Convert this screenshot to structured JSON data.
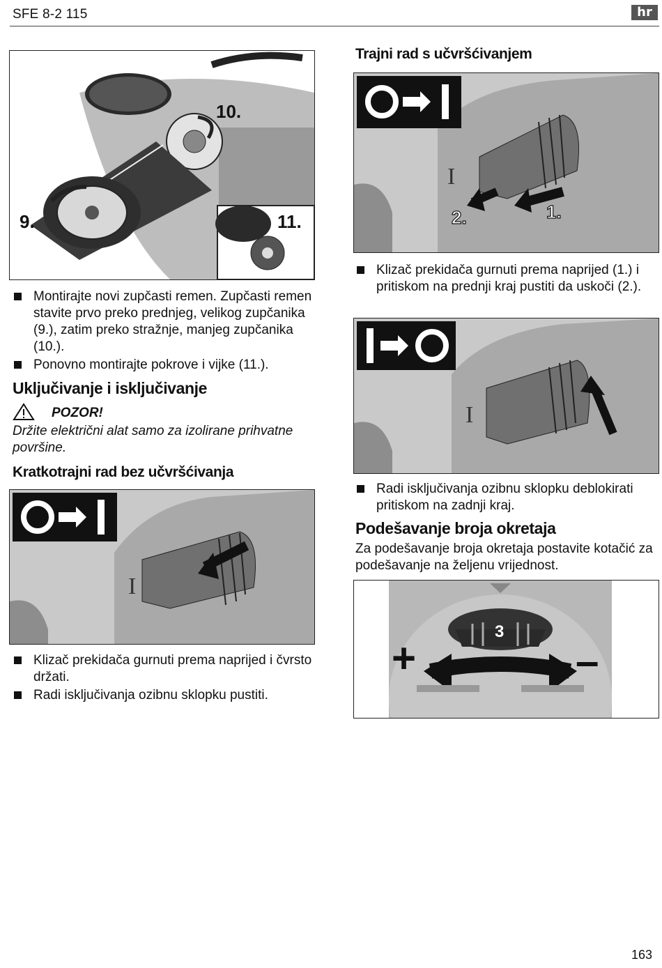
{
  "header": {
    "title": "SFE 8-2 115",
    "language_badge": "hr"
  },
  "page_number": "163",
  "left": {
    "bullets_belt": [
      "Montirajte novi zupčasti remen. Zupčasti remen stavite prvo preko prednjeg, velikog zupčanika (9.), zatim preko stražnje, manjeg zupčanika (10.).",
      "Ponovno montirajte pokrove i vijke (11.)."
    ],
    "section_title": "Uključivanje i isključivanje",
    "warning": {
      "icon": "warning-triangle-icon",
      "title": "POZOR!",
      "text": "Držite električni alat samo za izolirane prihvatne površine."
    },
    "subsection_title": "Kratkotrajni rad bez učvršćivanja",
    "bullets_short": [
      "Klizač prekidača gurnuti prema naprijed i čvrsto držati.",
      "Radi isključivanja ozibnu sklopku pustiti."
    ],
    "figure_belt_labels": {
      "a": "9.",
      "b": "10.",
      "c": "11."
    }
  },
  "right": {
    "subsection_title": "Trajni rad s učvršćivanjem",
    "figure_lock_labels": {
      "a": "1.",
      "b": "2."
    },
    "bullet_lock": "Klizač prekidača gurnuti prema naprijed (1.) i pritiskom na prednji kraj pustiti da uskoči (2.).",
    "bullet_unlock": "Radi isključivanja ozibnu sklopku deblokirati pritiskom na zadnji kraj.",
    "speed_title": "Podešavanje broja okretaja",
    "speed_text": "Za podešavanje broja okretaja postavite kotačić za podešavanje na željenu vrijednost.",
    "dial_value": "3",
    "plus": "+",
    "minus": "–",
    "switch_mark": "I"
  }
}
